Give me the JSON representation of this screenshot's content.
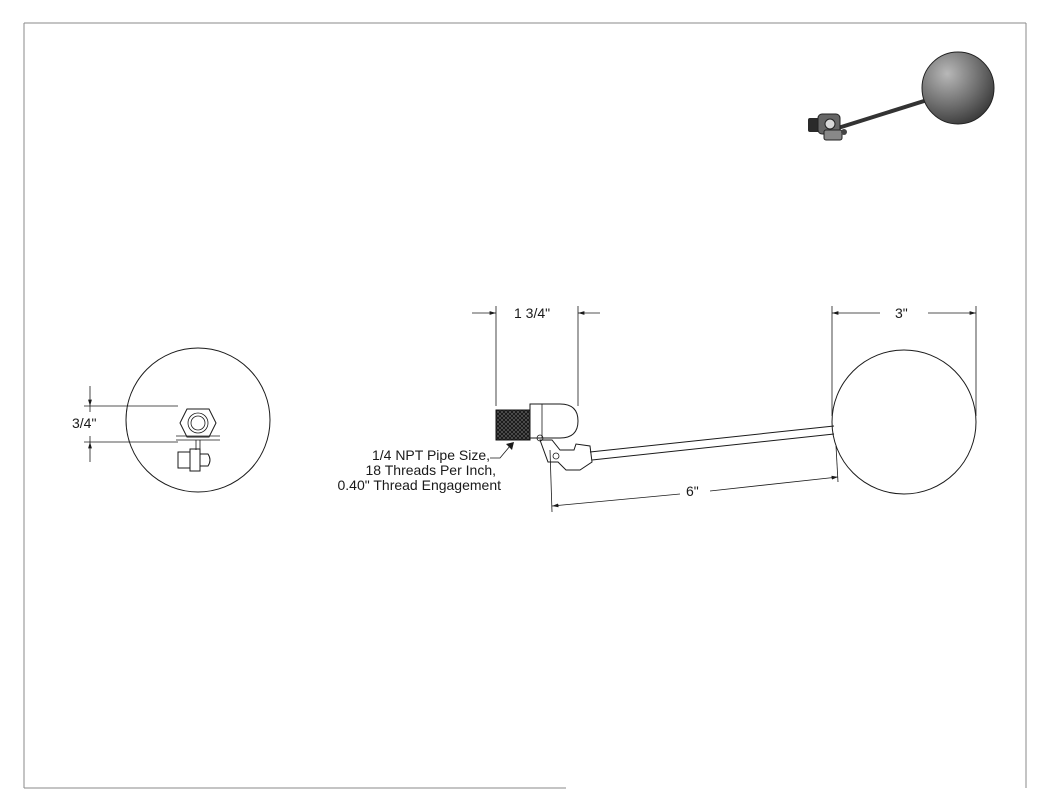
{
  "dimensions": {
    "thread_length": "1 3/4\"",
    "float_diameter": "3\"",
    "arm_length": "6\"",
    "fitting_height": "3/4\""
  },
  "note": {
    "line1": "1/4 NPT Pipe Size,",
    "line2": "18 Threads Per Inch,",
    "line3": "0.40\" Thread Engagement"
  }
}
